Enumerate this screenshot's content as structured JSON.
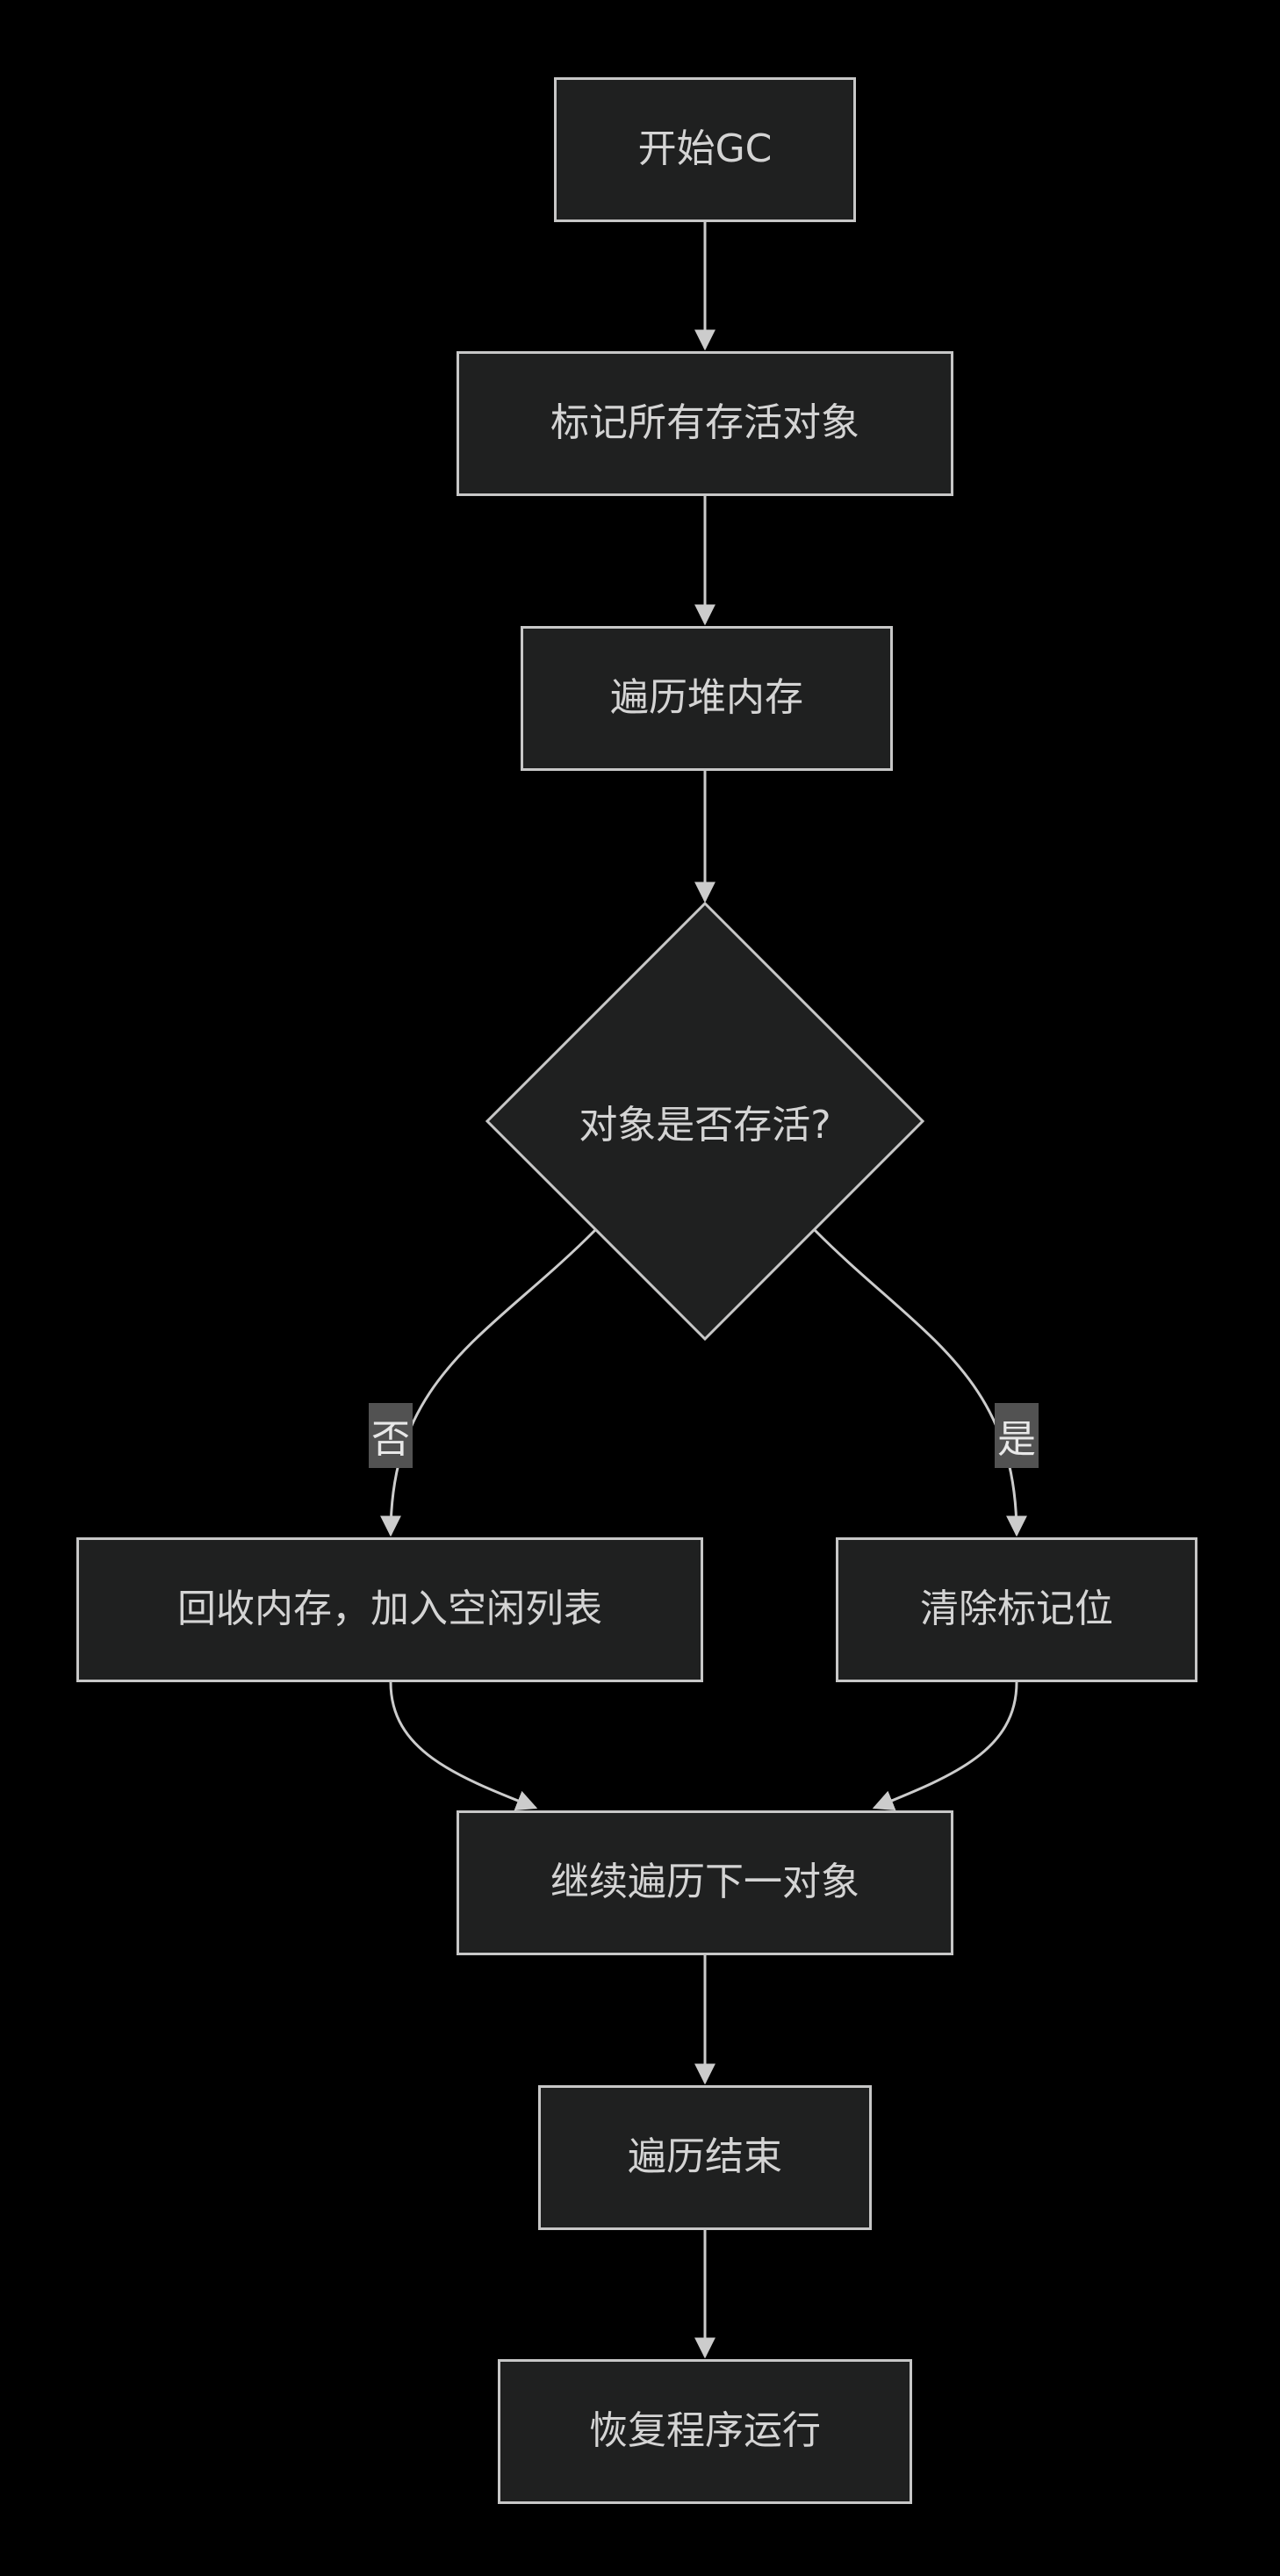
{
  "diagram": {
    "type": "flowchart",
    "direction": "top-down",
    "colors": {
      "background": "#000000",
      "node_fill": "#1f2020",
      "node_border": "#c7c7c7",
      "node_text": "#d4d4d4",
      "edge_color": "#cccccc",
      "edge_label_bg": "#525252",
      "edge_label_text": "#e8e8e8"
    },
    "nodes": {
      "start": {
        "label": "开始GC",
        "shape": "rect"
      },
      "mark": {
        "label": "标记所有存活对象",
        "shape": "rect"
      },
      "traverse": {
        "label": "遍历堆内存",
        "shape": "rect"
      },
      "decision": {
        "label": "对象是否存活?",
        "shape": "diamond"
      },
      "reclaim": {
        "label": "回收内存，加入空闲列表",
        "shape": "rect"
      },
      "clear": {
        "label": "清除标记位",
        "shape": "rect"
      },
      "next": {
        "label": "继续遍历下一对象",
        "shape": "rect"
      },
      "end": {
        "label": "遍历结束",
        "shape": "rect"
      },
      "resume": {
        "label": "恢复程序运行",
        "shape": "rect"
      }
    },
    "edges": [
      {
        "from": "start",
        "to": "mark",
        "label": ""
      },
      {
        "from": "mark",
        "to": "traverse",
        "label": ""
      },
      {
        "from": "traverse",
        "to": "decision",
        "label": ""
      },
      {
        "from": "decision",
        "to": "reclaim",
        "label": "否"
      },
      {
        "from": "decision",
        "to": "clear",
        "label": "是"
      },
      {
        "from": "reclaim",
        "to": "next",
        "label": ""
      },
      {
        "from": "clear",
        "to": "next",
        "label": ""
      },
      {
        "from": "next",
        "to": "end",
        "label": ""
      },
      {
        "from": "end",
        "to": "resume",
        "label": ""
      }
    ]
  }
}
